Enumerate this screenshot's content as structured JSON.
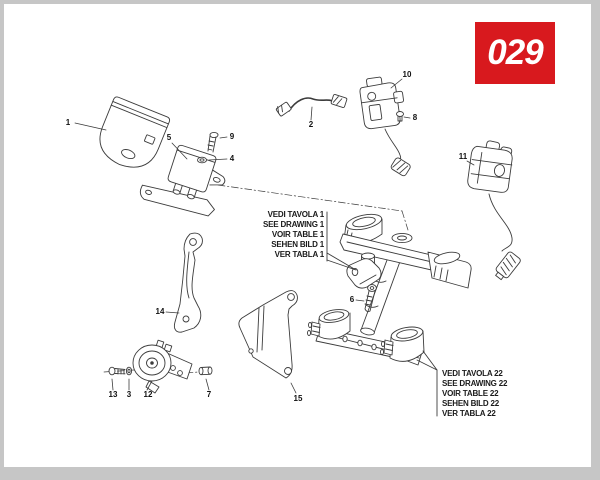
{
  "badge": {
    "number": "029",
    "bg_color": "#d8191e",
    "text_color": "#ffffff"
  },
  "colors": {
    "line": "#3c3c3c",
    "page_bg": "#ffffff",
    "frame": "#c6c6c6"
  },
  "callouts": {
    "table1": {
      "lines": [
        "VEDI TAVOLA 1",
        "SEE DRAWING 1",
        "VOIR TABLE 1",
        "SEHEN BILD 1",
        "VER TABLA 1"
      ]
    },
    "table22": {
      "lines": [
        "VEDI TAVOLA 22",
        "SEE DRAWING 22",
        "VOIR TABLE 22",
        "SEHEN BILD 22",
        "VER TABLA 22"
      ]
    }
  },
  "part_labels": [
    {
      "n": "1"
    },
    {
      "n": "2"
    },
    {
      "n": "3"
    },
    {
      "n": "4"
    },
    {
      "n": "5"
    },
    {
      "n": "6"
    },
    {
      "n": "7"
    },
    {
      "n": "8"
    },
    {
      "n": "9"
    },
    {
      "n": "10"
    },
    {
      "n": "11"
    },
    {
      "n": "12"
    },
    {
      "n": "13"
    },
    {
      "n": "14"
    },
    {
      "n": "15"
    }
  ]
}
